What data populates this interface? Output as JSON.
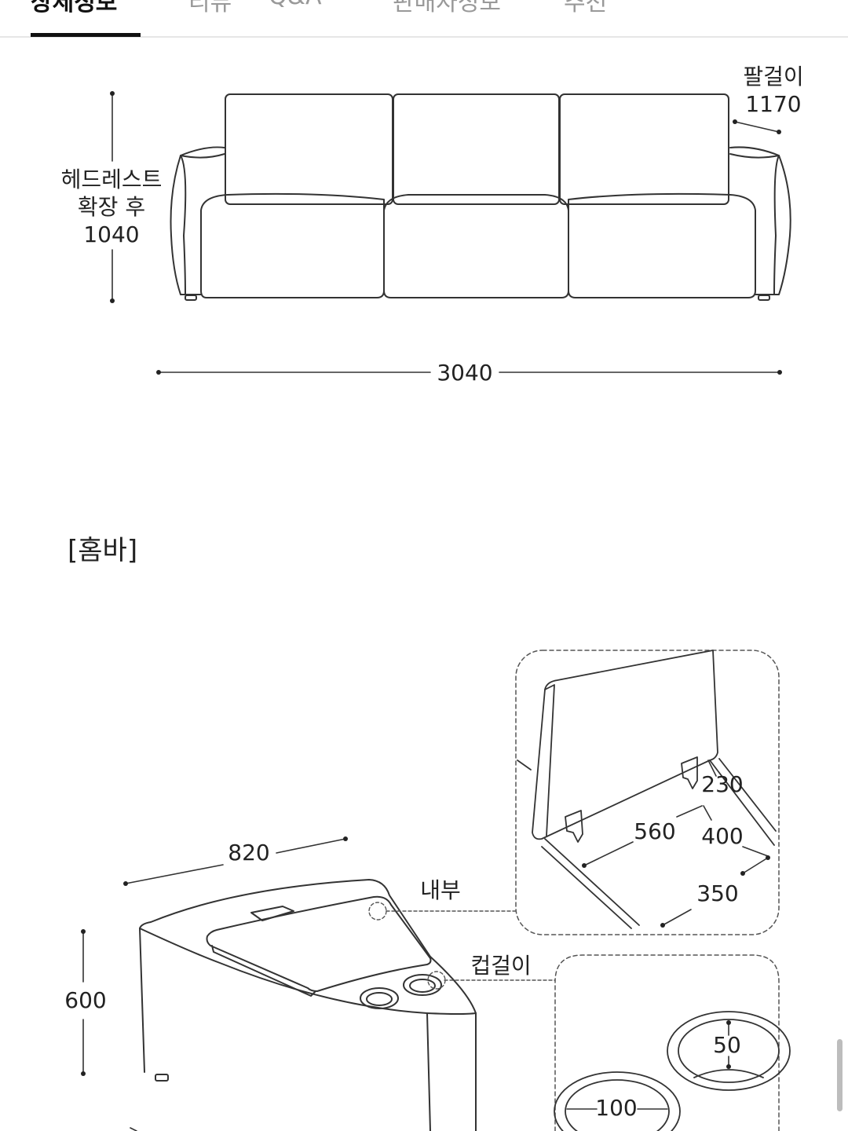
{
  "tabs": [
    {
      "label": "상세정보",
      "active": true
    },
    {
      "label": "리뷰",
      "active": false
    },
    {
      "label": "Q&A",
      "active": false
    },
    {
      "label": "판매자정보",
      "active": false
    },
    {
      "label": "추천",
      "active": false
    }
  ],
  "sofa": {
    "armrest_label": "팔걸이",
    "armrest_value": "1170",
    "headrest_label_line1": "헤드레스트",
    "headrest_label_line2": "확장 후",
    "headrest_value": "1040",
    "width_value": "3040"
  },
  "homebar": {
    "title": "[홈바]",
    "depth_value": "820",
    "height_value": "600",
    "inner_label": "내부",
    "cupholder_label": "컵걸이",
    "inner_dims": {
      "d230": "230",
      "d560": "560",
      "d400": "400",
      "d350": "350"
    },
    "cup_dims": {
      "depth": "50",
      "diameter": "100"
    }
  },
  "colors": {
    "line": "#333333",
    "dash": "#555555",
    "active_tab": "#111111",
    "inactive_tab": "#999999"
  }
}
